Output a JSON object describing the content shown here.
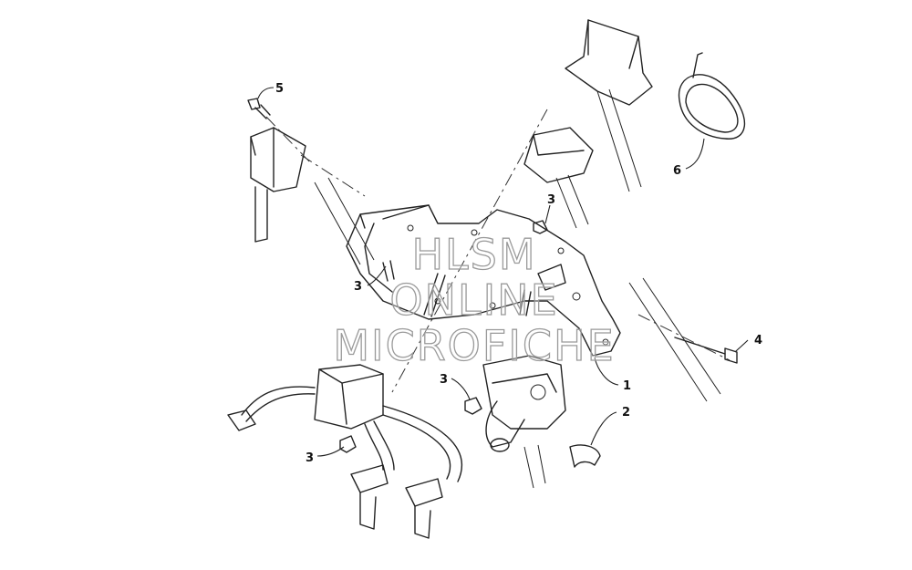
{
  "callouts": {
    "c1": "1",
    "c2": "2",
    "c3a": "3",
    "c3b": "3",
    "c3c": "3",
    "c3d": "3",
    "c4": "4",
    "c5": "5",
    "c6": "6"
  },
  "watermark": {
    "line1": "HLSM",
    "line2": "ONLINE",
    "line3": "MICROFICHE"
  }
}
